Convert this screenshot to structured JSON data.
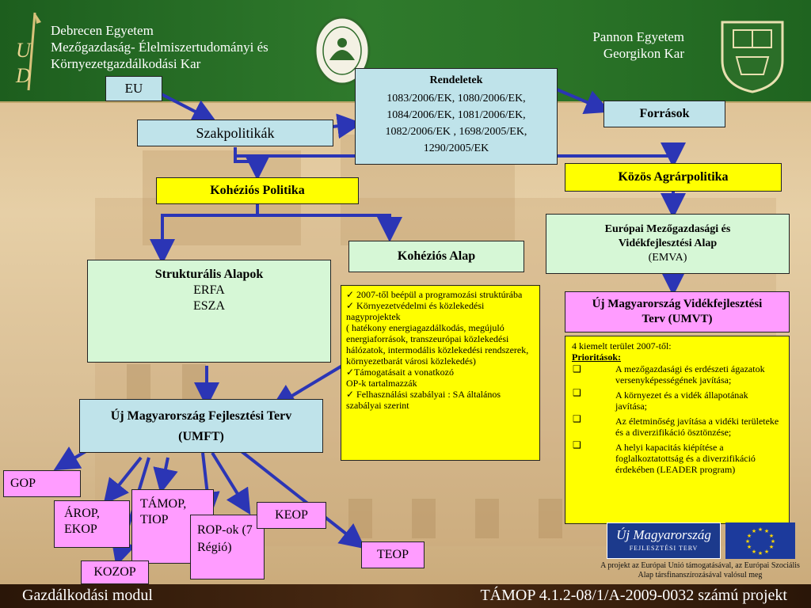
{
  "header": {
    "left_lines": [
      "Debrecen Egyetem",
      "Mezőgazdaság- Élelmiszertudományi és",
      "Környezetgazdálkodási Kar"
    ],
    "right_lines": [
      "Pannon Egyetem",
      "Georgikon Kar"
    ],
    "left_logo_letters": [
      "U",
      "D"
    ]
  },
  "boxes": {
    "eu": "EU",
    "szakpolitikak": "Szakpolitikák",
    "rendeletek_title": "Rendeletek",
    "rendeletek_body": "1083/2006/EK, 1080/2006/EK, 1084/2006/EK, 1081/2006/EK, 1082/2006/EK , 1698/2005/EK, 1290/2005/EK",
    "forrasok": "Források",
    "kohezios_politika": "Kohéziós Politika",
    "kozos_agrarpolitika": "Közös Agrárpolitika",
    "emva_title": "Európai Mezőgazdasági és Vidékfejlesztési Alap",
    "emva_abbr": "(EMVA)",
    "kohezios_alap": "Kohéziós Alap",
    "strukturalis_title": "Strukturális Alapok",
    "erfa": "ERFA",
    "esza": "ESZA",
    "umvt": "Új Magyarország Vidékfejlesztési Terv (UMVT)",
    "umft_title": "Új Magyarország Fejlesztési Terv",
    "umft_abbr": "(UMFT)",
    "gop": "GOP",
    "arop": "ÁROP, EKOP",
    "tamop": "TÁMOP, TIOP",
    "rop": "ROP-ok (7 Régió)",
    "keop": "KEOP",
    "teop": "TEOP",
    "kozop": "KOZOP"
  },
  "kohezios_notes": [
    "✓ 2007-től beépül a programozási struktúrába",
    "✓ Környezetvédelmi és közlekedési nagyprojektek",
    "( hatékony energiagazdálkodás, megújuló energiaforrások, transzeurópai közlekedési hálózatok, intermodális közlekedési rendszerek, környezetbarát városi közlekedés)",
    "✓Támogatásait a vonatkozó",
    "OP-k tartalmazzák",
    "✓ Felhasználási szabályai : SA általános szabályai szerint"
  ],
  "umvt_notes": {
    "intro": "4 kiemelt terület 2007-től:",
    "heading": "Prioritások:",
    "items": [
      "A mezőgazdasági és erdészeti ágazatok versenyképességének javítása;",
      "A környezet és a vidék állapotának javítása;",
      "Az életminőség javítása a vidéki területeke és a diverzifikáció ösztönzése;",
      "A helyi kapacitás kiépítése a foglalkoztatottság és a diverzifikáció érdekében (LEADER program)"
    ]
  },
  "logos": {
    "uj_magyarorszag": "Új Magyarország",
    "fejlesztesi_terv": "FEJLESZTÉSI TERV"
  },
  "eu_note": "A projekt az Európai Unió támogatásával, az Európai Szociális Alap társfinanszírozásával valósul meg",
  "footer": {
    "left": "Gazdálkodási modul",
    "right": "TÁMOP 4.1.2-08/1/A-2009-0032 számú projekt"
  },
  "colors": {
    "header_green": "#2f7a2c",
    "arrow": "#2b35b5",
    "light_blue": "#bfe3ea",
    "yellow": "#ffff00",
    "light_green": "#d6f7d6",
    "pink": "#ff9cff",
    "footer_brown": "#4a2a12"
  }
}
